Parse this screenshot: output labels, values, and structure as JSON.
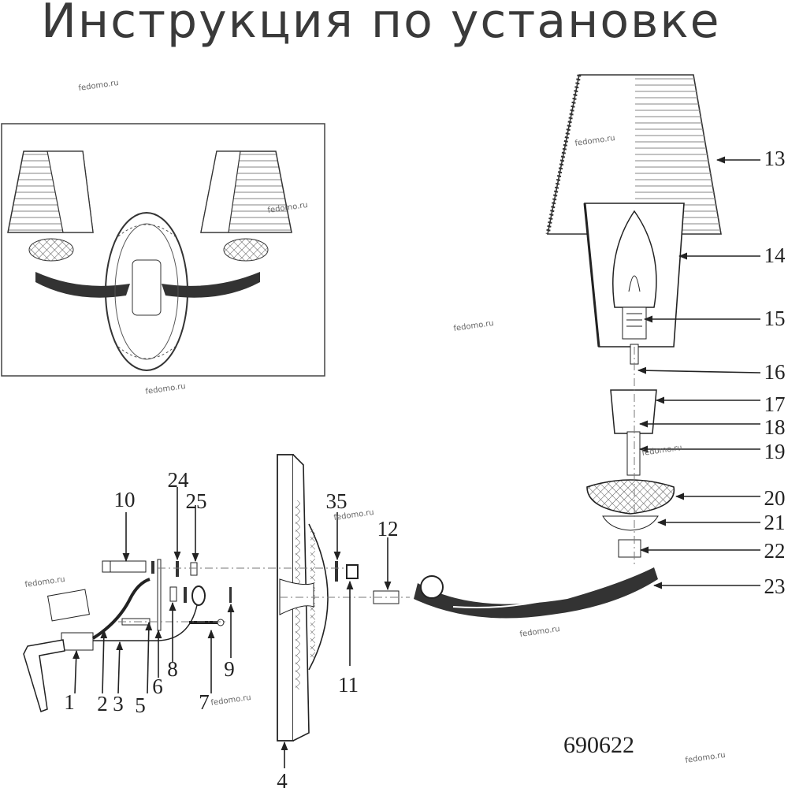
{
  "title": "Инструкция по установке",
  "model_number": "690622",
  "watermark": "fedomo.ru",
  "part_labels": {
    "p1": "1",
    "p2": "2",
    "p3": "3",
    "p4": "4",
    "p5": "5",
    "p6": "6",
    "p7": "7",
    "p8": "8",
    "p9": "9",
    "p10": "10",
    "p11": "11",
    "p12": "12",
    "p13": "13",
    "p14": "14",
    "p15": "15",
    "p16": "16",
    "p17": "17",
    "p18": "18",
    "p19": "19",
    "p20": "20",
    "p21": "21",
    "p22": "22",
    "p23": "23",
    "p24": "24",
    "p25": "25",
    "p35": "35"
  }
}
